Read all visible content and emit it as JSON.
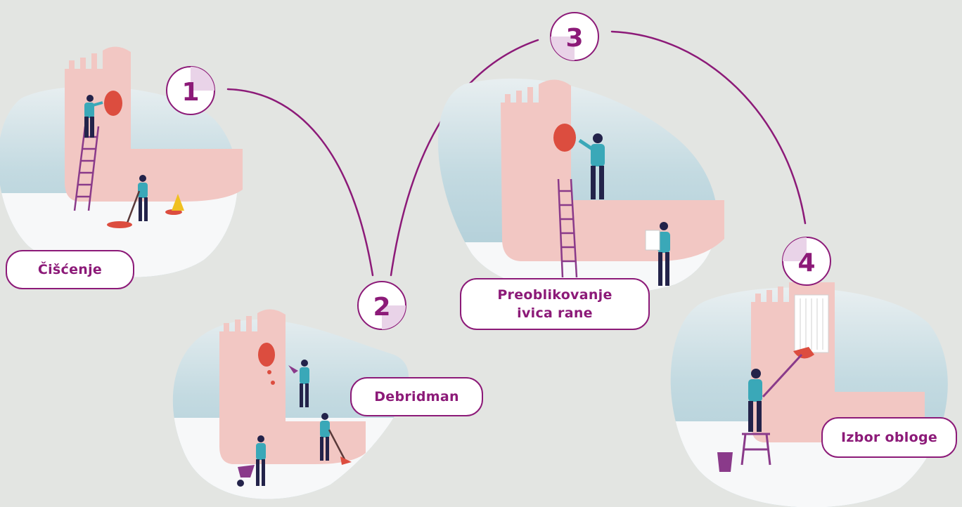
{
  "steps": [
    {
      "number": "1",
      "label_lines": [
        "Čišćenje"
      ]
    },
    {
      "number": "2",
      "label_lines": [
        "Debridman"
      ]
    },
    {
      "number": "3",
      "label_lines": [
        "Preoblikovanje",
        "ivica rane"
      ]
    },
    {
      "number": "4",
      "label_lines": [
        "Izbor obloge"
      ]
    }
  ],
  "colors": {
    "accent": "#8c1a78",
    "background": "#e3e5e2",
    "foot": "#f2c7c3",
    "wound": "#dc4d3f",
    "figure_shirt": "#3aa8b8",
    "figure_pants": "#23234a",
    "quarter_fill": "#e9d3e8"
  }
}
